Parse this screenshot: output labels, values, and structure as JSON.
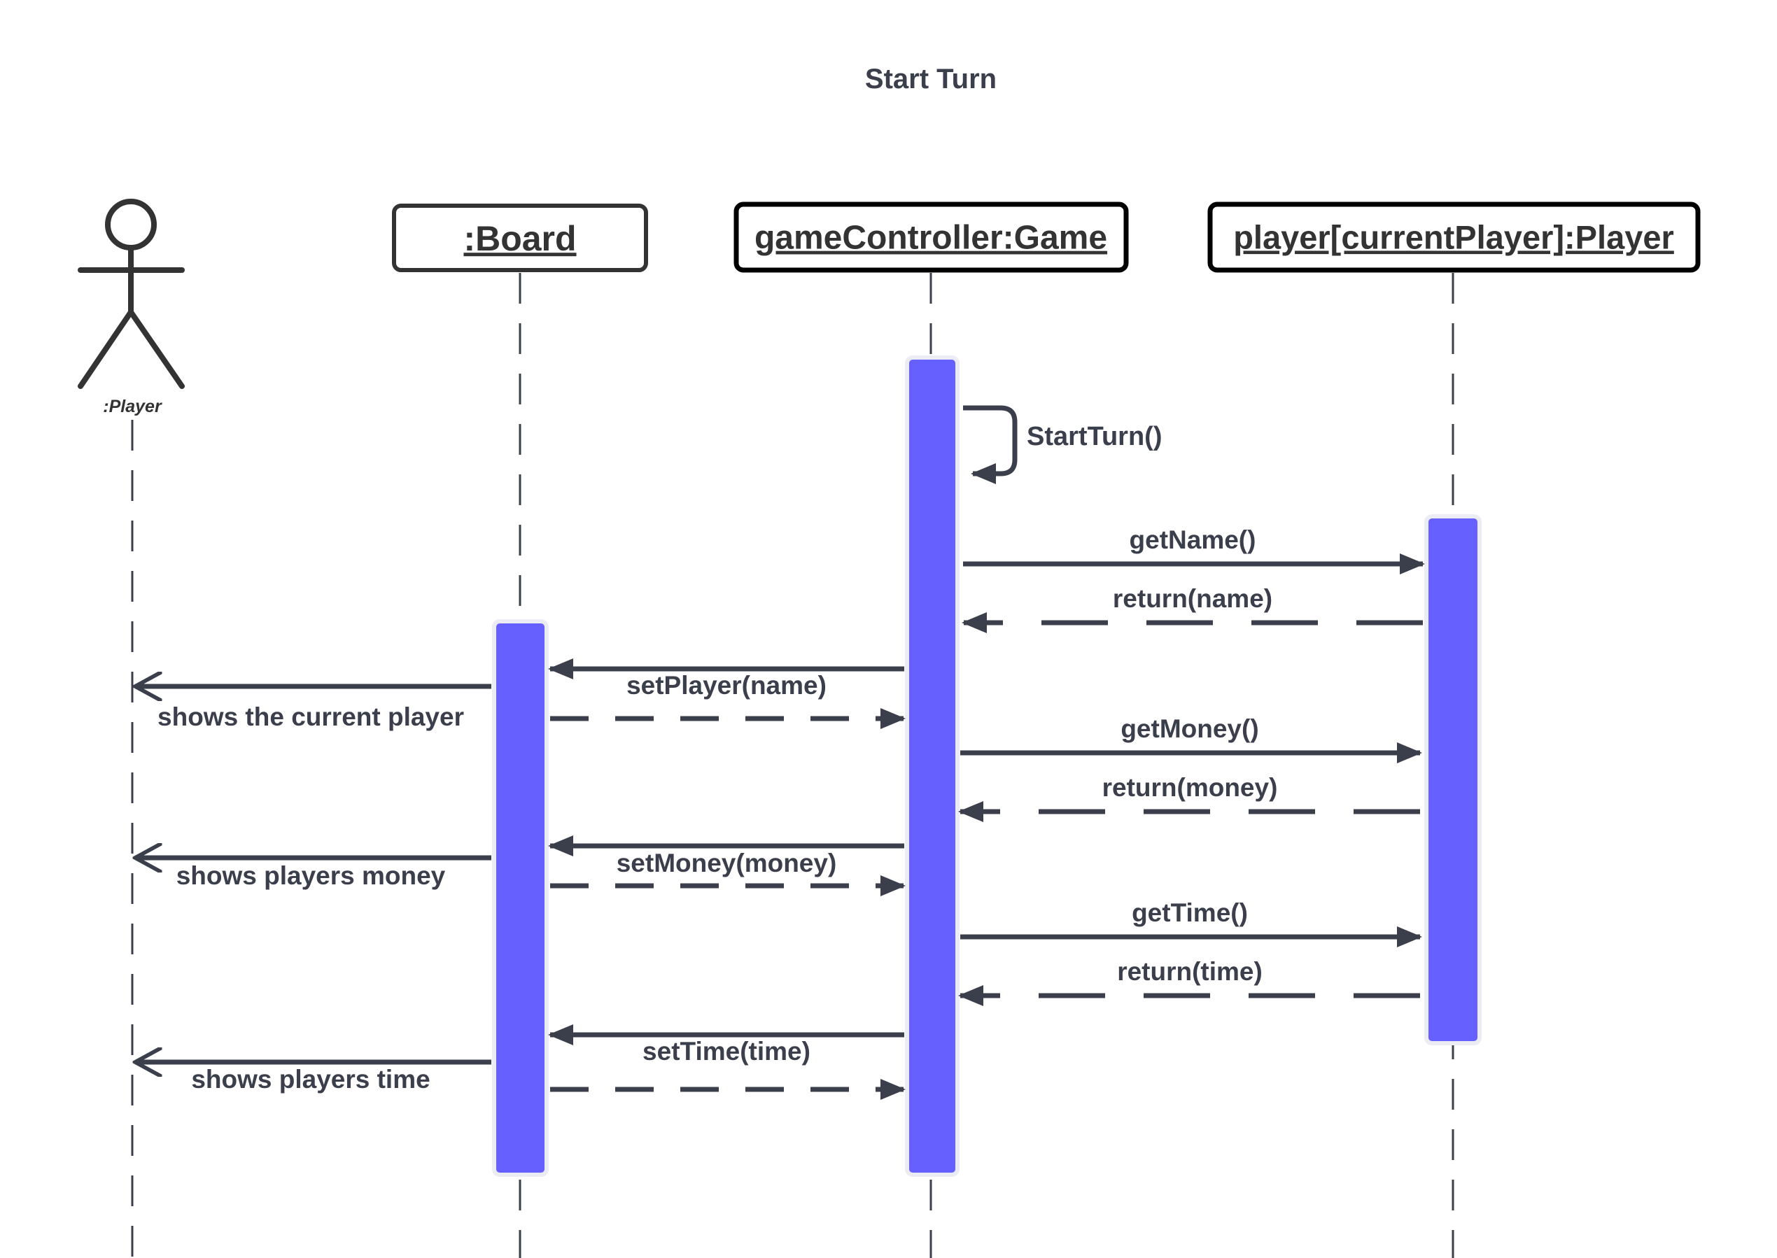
{
  "title": "Start Turn",
  "actor": {
    "label": ":Player"
  },
  "lifelines": {
    "board": ":Board",
    "game": "gameController:Game",
    "current_player": "player[currentPlayer]:Player"
  },
  "messages": {
    "start_turn": "StartTurn()",
    "get_name": "getName()",
    "return_name": "return(name)",
    "set_player": "setPlayer(name)",
    "shows_current_player": "shows the current player",
    "get_money": "getMoney()",
    "return_money": "return(money)",
    "set_money": "setMoney(money)",
    "shows_players_money": "shows players money",
    "get_time": "getTime()",
    "return_time": "return(time)",
    "set_time": "setTime(time)",
    "shows_players_time": "shows players time"
  },
  "colors": {
    "activation": "#6560ff",
    "line": "#3a3f4b",
    "box_border": "#000000"
  }
}
